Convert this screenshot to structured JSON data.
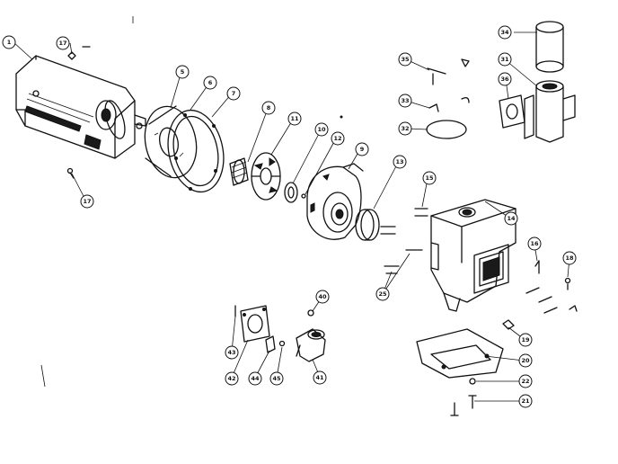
{
  "callouts": [
    {
      "id": "c1",
      "label": "1"
    },
    {
      "id": "c17a",
      "label": "17"
    },
    {
      "id": "c17b",
      "label": "17"
    },
    {
      "id": "c5",
      "label": "5"
    },
    {
      "id": "c6",
      "label": "6"
    },
    {
      "id": "c7",
      "label": "7"
    },
    {
      "id": "c8",
      "label": "8"
    },
    {
      "id": "c11",
      "label": "11"
    },
    {
      "id": "c10",
      "label": "10"
    },
    {
      "id": "c12",
      "label": "12"
    },
    {
      "id": "c9",
      "label": "9"
    },
    {
      "id": "c13",
      "label": "13"
    },
    {
      "id": "c15",
      "label": "15"
    },
    {
      "id": "c14",
      "label": "14"
    },
    {
      "id": "c16",
      "label": "16"
    },
    {
      "id": "c18",
      "label": "18"
    },
    {
      "id": "c25",
      "label": "25"
    },
    {
      "id": "c19",
      "label": "19"
    },
    {
      "id": "c20",
      "label": "20"
    },
    {
      "id": "c22",
      "label": "22"
    },
    {
      "id": "c21",
      "label": "21"
    },
    {
      "id": "c34",
      "label": "34"
    },
    {
      "id": "c31",
      "label": "31"
    },
    {
      "id": "c35",
      "label": "35"
    },
    {
      "id": "c36",
      "label": "36"
    },
    {
      "id": "c33",
      "label": "33"
    },
    {
      "id": "c32",
      "label": "32"
    },
    {
      "id": "c40",
      "label": "40"
    },
    {
      "id": "c41",
      "label": "41"
    },
    {
      "id": "c43",
      "label": "43"
    },
    {
      "id": "c42",
      "label": "42"
    },
    {
      "id": "c44",
      "label": "44"
    },
    {
      "id": "c45",
      "label": "45"
    }
  ]
}
